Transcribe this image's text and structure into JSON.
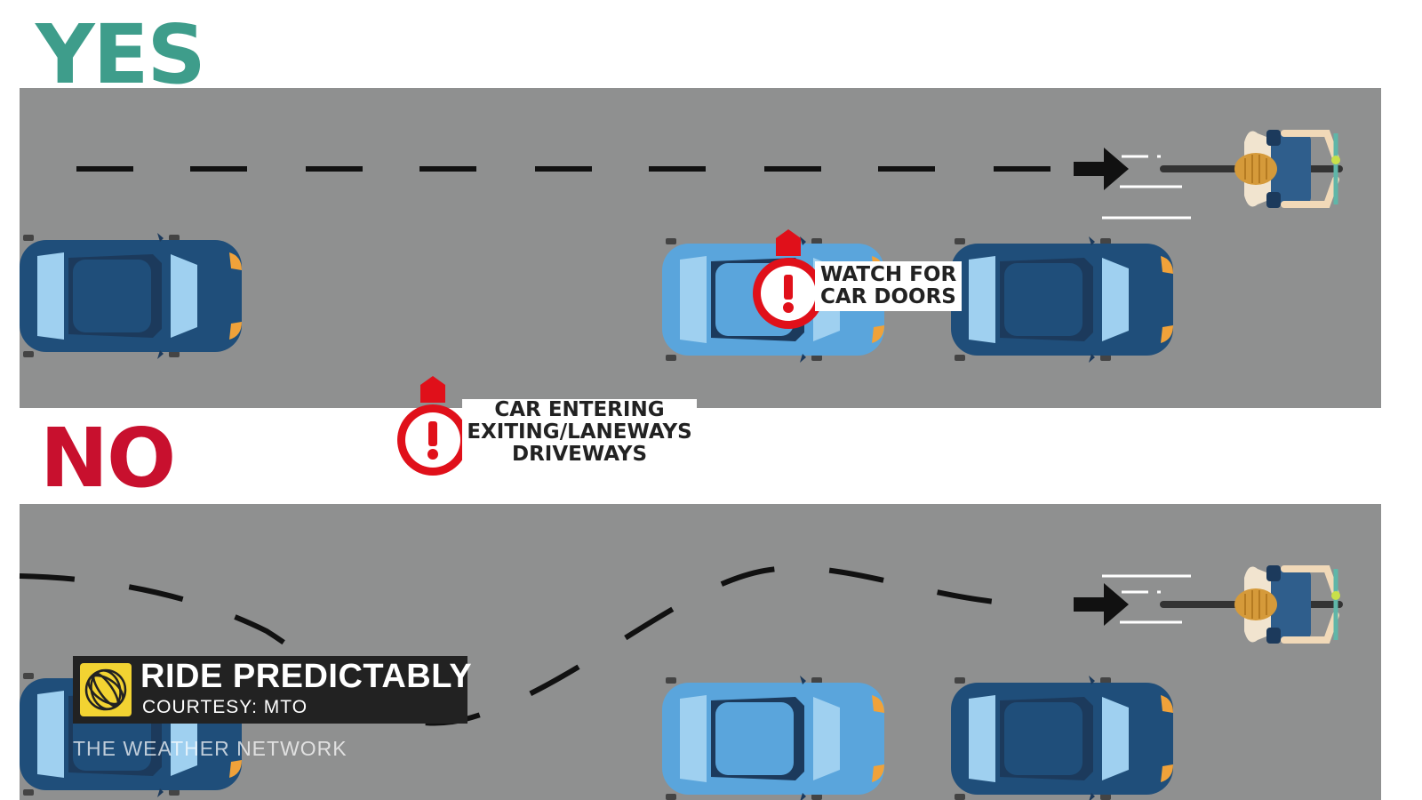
{
  "headings": {
    "yes": "YES",
    "no": "NO"
  },
  "callouts": {
    "car_doors": [
      "WATCH FOR",
      "CAR DOORS"
    ],
    "laneways": [
      "CAR ENTERING",
      "EXITING/LANEWAYS",
      "DRIVEWAYS"
    ]
  },
  "lower_third": {
    "title": "RIDE PREDICTABLY",
    "subtitle": "COURTESY: MTO"
  },
  "watermark": "THE WEATHER NETWORK",
  "icons": {
    "warning": "exclamation-icon",
    "cyclist": "cyclist-icon",
    "arrow": "arrow-right-icon",
    "car": "car-icon",
    "logo": "weather-network-logo"
  },
  "colors": {
    "yes": "#3e9d8b",
    "no": "#c8102e",
    "road": "#8f9090",
    "dark_car": "#1f4e7a",
    "light_car": "#5aa5dc",
    "warning": "#e0101a",
    "banner": "#222222",
    "logo": "#f2d332"
  }
}
